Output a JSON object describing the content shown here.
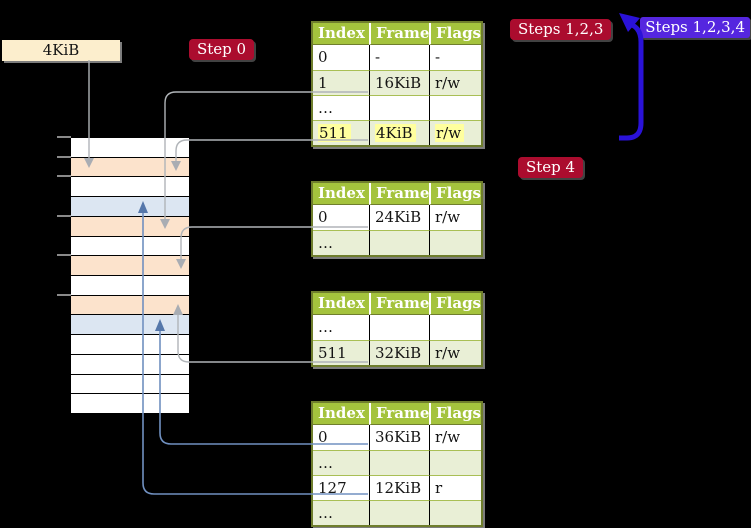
{
  "frame_label": "4KiB",
  "badges": {
    "step0": "Step 0",
    "steps123": "Steps 1,2,3",
    "steps1234": "Steps 1,2,3,4",
    "step4": "Step 4"
  },
  "memory": {
    "rows": [
      {
        "fill": "white"
      },
      {
        "fill": "peach"
      },
      {
        "fill": "white"
      },
      {
        "fill": "blue"
      },
      {
        "fill": "peach"
      },
      {
        "fill": "white"
      },
      {
        "fill": "peach"
      },
      {
        "fill": "white"
      },
      {
        "fill": "peach"
      },
      {
        "fill": "blue"
      },
      {
        "fill": "white"
      },
      {
        "fill": "white"
      },
      {
        "fill": "white"
      },
      {
        "fill": "white"
      }
    ]
  },
  "tables": [
    {
      "id": "t1",
      "headers": [
        "Index",
        "Frame",
        "Flags"
      ],
      "rows": [
        {
          "cells": [
            "0",
            "-",
            "-"
          ],
          "highlight": false
        },
        {
          "cells": [
            "1",
            "16KiB",
            "r/w"
          ],
          "highlight": false
        },
        {
          "cells": [
            "…",
            "",
            ""
          ],
          "highlight": false
        },
        {
          "cells": [
            "511",
            "4KiB",
            "r/w"
          ],
          "highlight": true
        }
      ]
    },
    {
      "id": "t2",
      "headers": [
        "Index",
        "Frame",
        "Flags"
      ],
      "rows": [
        {
          "cells": [
            "0",
            "24KiB",
            "r/w"
          ],
          "highlight": false
        },
        {
          "cells": [
            "…",
            "",
            ""
          ],
          "highlight": false
        }
      ]
    },
    {
      "id": "t3",
      "headers": [
        "Index",
        "Frame",
        "Flags"
      ],
      "rows": [
        {
          "cells": [
            "…",
            "",
            ""
          ],
          "highlight": false
        },
        {
          "cells": [
            "511",
            "32KiB",
            "r/w"
          ],
          "highlight": false
        }
      ]
    },
    {
      "id": "t4",
      "headers": [
        "Index",
        "Frame",
        "Flags"
      ],
      "rows": [
        {
          "cells": [
            "0",
            "36KiB",
            "r/w"
          ],
          "highlight": false
        },
        {
          "cells": [
            "…",
            "",
            ""
          ],
          "highlight": false
        },
        {
          "cells": [
            "127",
            "12KiB",
            "r"
          ],
          "highlight": false
        },
        {
          "cells": [
            "…",
            "",
            ""
          ],
          "highlight": false
        }
      ]
    }
  ],
  "connections": [
    {
      "from": "label-4KiB",
      "to": "memory-frame-1",
      "style": "gray-arrow"
    },
    {
      "from": "table1-row-1",
      "to": "memory-frame-4",
      "style": "gray-arrow"
    },
    {
      "from": "table1-row-511",
      "to": "memory-frame-1",
      "style": "gray-arrow"
    },
    {
      "from": "table2-row-0",
      "to": "memory-frame-6",
      "style": "gray-arrow"
    },
    {
      "from": "table3-row-511",
      "to": "memory-frame-8",
      "style": "gray-arrow"
    },
    {
      "from": "table4-row-0",
      "to": "memory-frame-9",
      "style": "blue-arrow"
    },
    {
      "from": "table4-row-127",
      "to": "memory-frame-3",
      "style": "blue-arrow"
    },
    {
      "from": "right-of-table1-row-511",
      "to": "top-of-table1",
      "style": "thick-blue-loop"
    }
  ],
  "colors": {
    "background": "#000000",
    "table_header_green": "#a4c33d",
    "table_row_shade": "#e9efd6",
    "table_border": "#6f7e2d",
    "highlight_yellow": "#ffff9e",
    "frame_peach": "#fce3cc",
    "frame_blue": "#dce6f2",
    "label_cream": "#fceecd",
    "badge_crimson": "#ab0c2e",
    "badge_violet": "#5526df",
    "arrow_gray": "#b0b4b8",
    "arrow_blue": "#7090c0",
    "loop_arrow_blue": "#2a12d8"
  }
}
